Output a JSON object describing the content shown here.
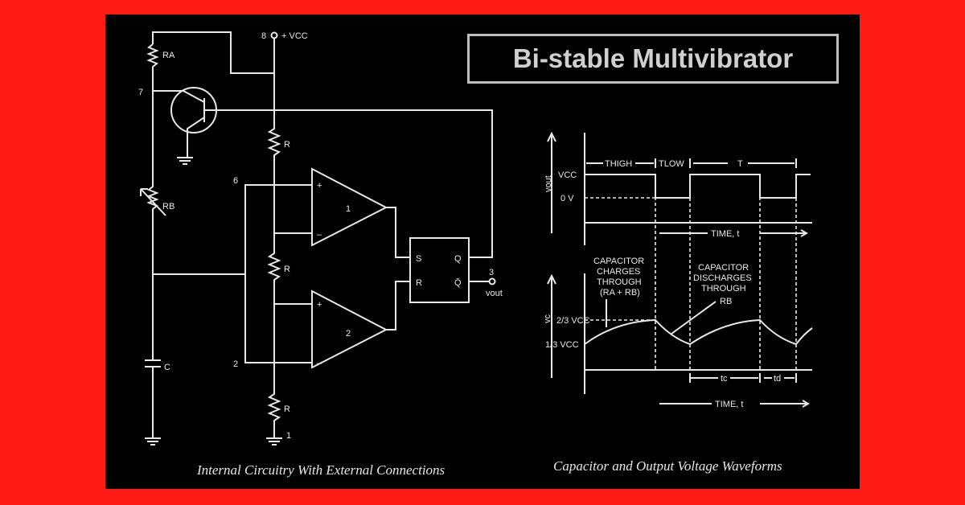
{
  "title": "Bi-stable Multivibrator",
  "circuit": {
    "vcc_pin": "8",
    "vcc_label": "+ VCC",
    "ra": "RA",
    "rb": "RB",
    "cap": "C",
    "r": "R",
    "pin7": "7",
    "pin6": "6",
    "pin2": "2",
    "pin1": "1",
    "pin3": "3",
    "comp1": "1",
    "comp2": "2",
    "s": "S",
    "r_in": "R",
    "q": "Q",
    "qbar": "Q̄",
    "vout": "vout",
    "caption": "Internal Circuitry With External Connections"
  },
  "waveforms": {
    "thigh": "THIGH",
    "tlow": "TLOW",
    "t": "T",
    "vcc": "VCC",
    "zero": "0 V",
    "vout_axis": "vout",
    "time": "TIME, t",
    "charge": [
      "CAPACITOR",
      "CHARGES",
      "THROUGH",
      "(RA + RB)"
    ],
    "discharge": [
      "CAPACITOR",
      "DISCHARGES",
      "THROUGH",
      "RB"
    ],
    "two_thirds": "2/3 VCC",
    "one_third": "1/3 VCC",
    "vc_axis": "vc",
    "tc": "tc",
    "td": "td",
    "caption": "Capacitor and Output Voltage Waveforms"
  },
  "colors": {
    "background": "#ff1a14",
    "panel": "#000000",
    "ink": "#e8e8e8"
  }
}
